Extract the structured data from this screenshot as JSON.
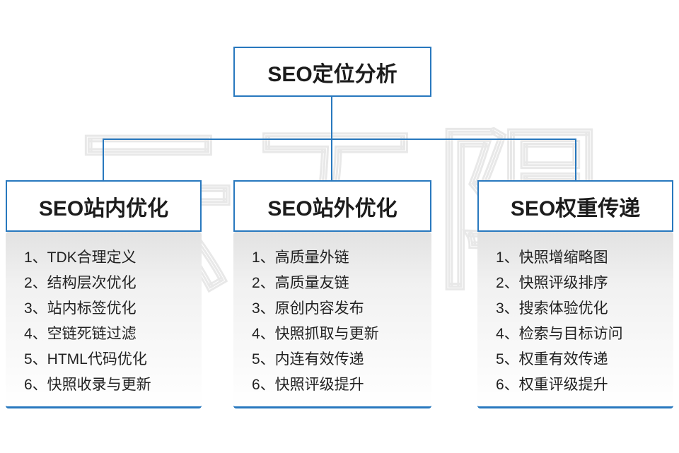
{
  "watermark": "云无限",
  "root": {
    "label": "SEO定位分析"
  },
  "columns": [
    {
      "title": "SEO站内优化",
      "items": [
        "1、TDK合理定义",
        "2、结构层次优化",
        "3、站内标签优化",
        "4、空链死链过滤",
        "5、HTML代码优化",
        "6、快照收录与更新"
      ]
    },
    {
      "title": "SEO站外优化",
      "items": [
        "1、高质量外链",
        "2、高质量友链",
        "3、原创内容发布",
        "4、快照抓取与更新",
        "5、内连有效传递",
        "6、快照评级提升"
      ]
    },
    {
      "title": "SEO权重传递",
      "items": [
        "1、快照增缩略图",
        "2、快照评级排序",
        "3、搜索体验优化",
        "4、检索与目标访问",
        "5、权重有效传递",
        "6、权重评级提升"
      ]
    }
  ],
  "colors": {
    "accent": "#2878be",
    "text": "#1c1c1c"
  }
}
